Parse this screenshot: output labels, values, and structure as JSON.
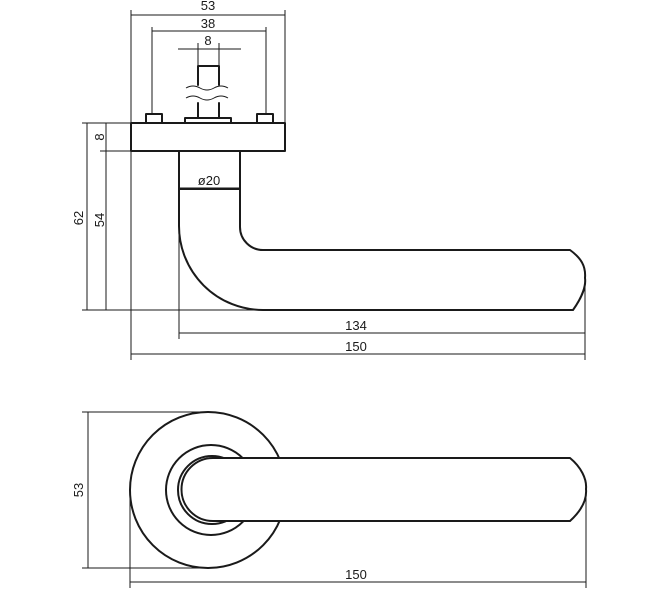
{
  "side_view": {
    "dims": {
      "rose_width": "53",
      "screw_spacing": "38",
      "spindle": "8",
      "rose_thickness": "8",
      "total_height": "62",
      "lever_height": "54",
      "neck_diameter": "ø20",
      "lever_length": "134",
      "total_length": "150"
    }
  },
  "top_view": {
    "dims": {
      "rose_diameter": "53",
      "total_length": "150"
    }
  }
}
